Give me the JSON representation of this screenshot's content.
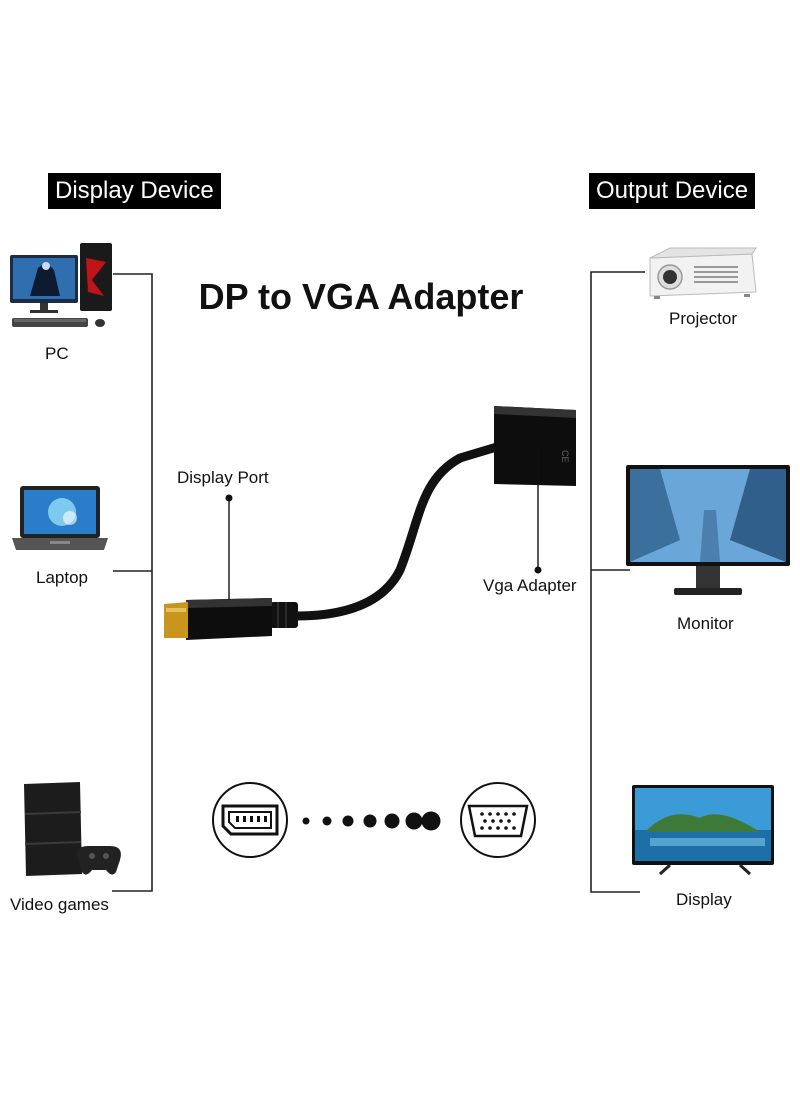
{
  "headers": {
    "left": "Display Device",
    "right": "Output Device"
  },
  "title": "DP to VGA Adapter",
  "left_devices": [
    {
      "label": "PC",
      "icon": "pc-icon"
    },
    {
      "label": "Laptop",
      "icon": "laptop-icon"
    },
    {
      "label": "Video games",
      "icon": "game-console-icon"
    }
  ],
  "right_devices": [
    {
      "label": "Projector",
      "icon": "projector-icon"
    },
    {
      "label": "Monitor",
      "icon": "monitor-icon"
    },
    {
      "label": "Display",
      "icon": "tv-icon"
    }
  ],
  "callouts": {
    "display_port": "Display Port",
    "vga_adapter": "Vga Adapter"
  },
  "colors": {
    "accent": "#000000",
    "connector_gold": "#c8961e",
    "screen_blue": "#2f6fb0"
  }
}
